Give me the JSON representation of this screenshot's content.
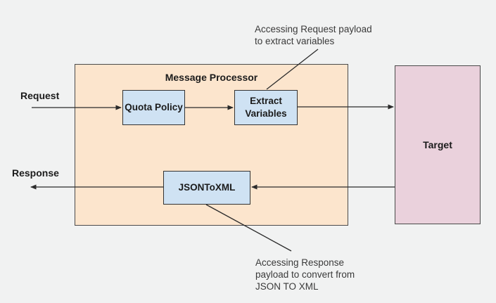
{
  "diagram": {
    "processor": {
      "label": "Message Processor"
    },
    "nodes": {
      "quota_policy": {
        "label": "Quota Policy"
      },
      "extract_variables": {
        "label": "Extract Variables"
      },
      "json_to_xml": {
        "label": "JSONToXML"
      },
      "target": {
        "label": "Target"
      }
    },
    "flow_labels": {
      "request": "Request",
      "response": "Response"
    },
    "annotations": {
      "request_payload": {
        "text": "Accessing Request payload\nto extract variables"
      },
      "response_payload": {
        "text": "Accessing Response\npayload to convert from\nJSON TO XML"
      }
    }
  },
  "colors": {
    "background": "#f1f2f2",
    "processor-fill": "#fce5cd",
    "policy-fill": "#cfe2f3",
    "target-fill": "#ead1dc",
    "border-color": "#4a4a4a",
    "border-color-dark": "#333333"
  }
}
